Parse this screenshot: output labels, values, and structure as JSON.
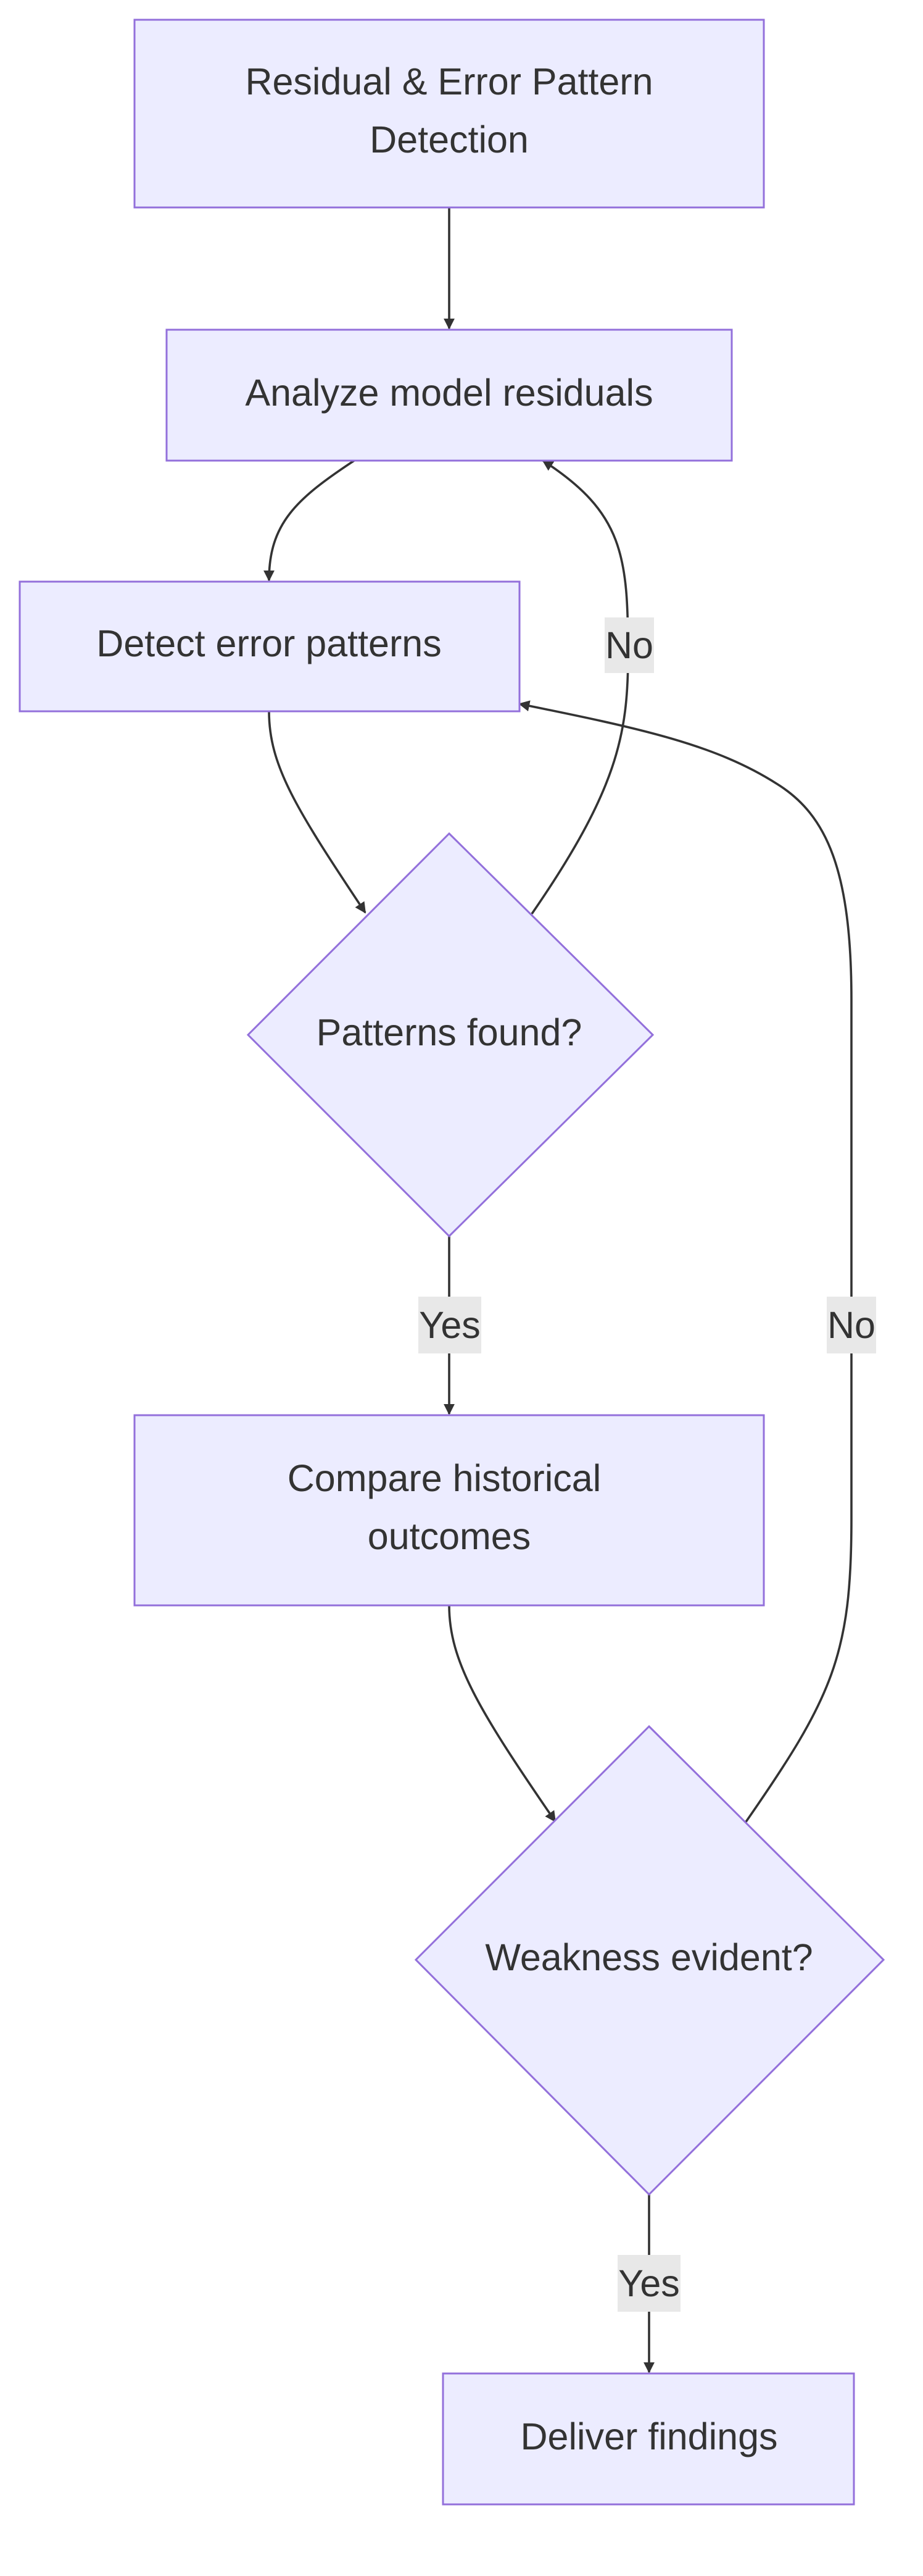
{
  "nodes": {
    "residual_error_detection": {
      "lines": [
        "Residual & Error Pattern",
        "Detection"
      ]
    },
    "analyze_residuals": {
      "label": "Analyze model residuals"
    },
    "detect_error_patterns": {
      "label": "Detect error patterns"
    },
    "patterns_found": {
      "label": "Patterns found?"
    },
    "compare_historical": {
      "lines": [
        "Compare historical",
        "outcomes"
      ]
    },
    "weakness_evident": {
      "label": "Weakness evident?"
    },
    "deliver_findings": {
      "label": "Deliver findings"
    }
  },
  "edges": {
    "patterns_no": {
      "label": "No"
    },
    "patterns_yes": {
      "label": "Yes"
    },
    "weakness_no": {
      "label": "No"
    },
    "weakness_yes": {
      "label": "Yes"
    }
  },
  "colors": {
    "node_fill": "#ECECFF",
    "node_stroke": "#9370DB",
    "edge": "#333333",
    "edge_label_bg": "#E8E8E8",
    "text": "#333333"
  }
}
